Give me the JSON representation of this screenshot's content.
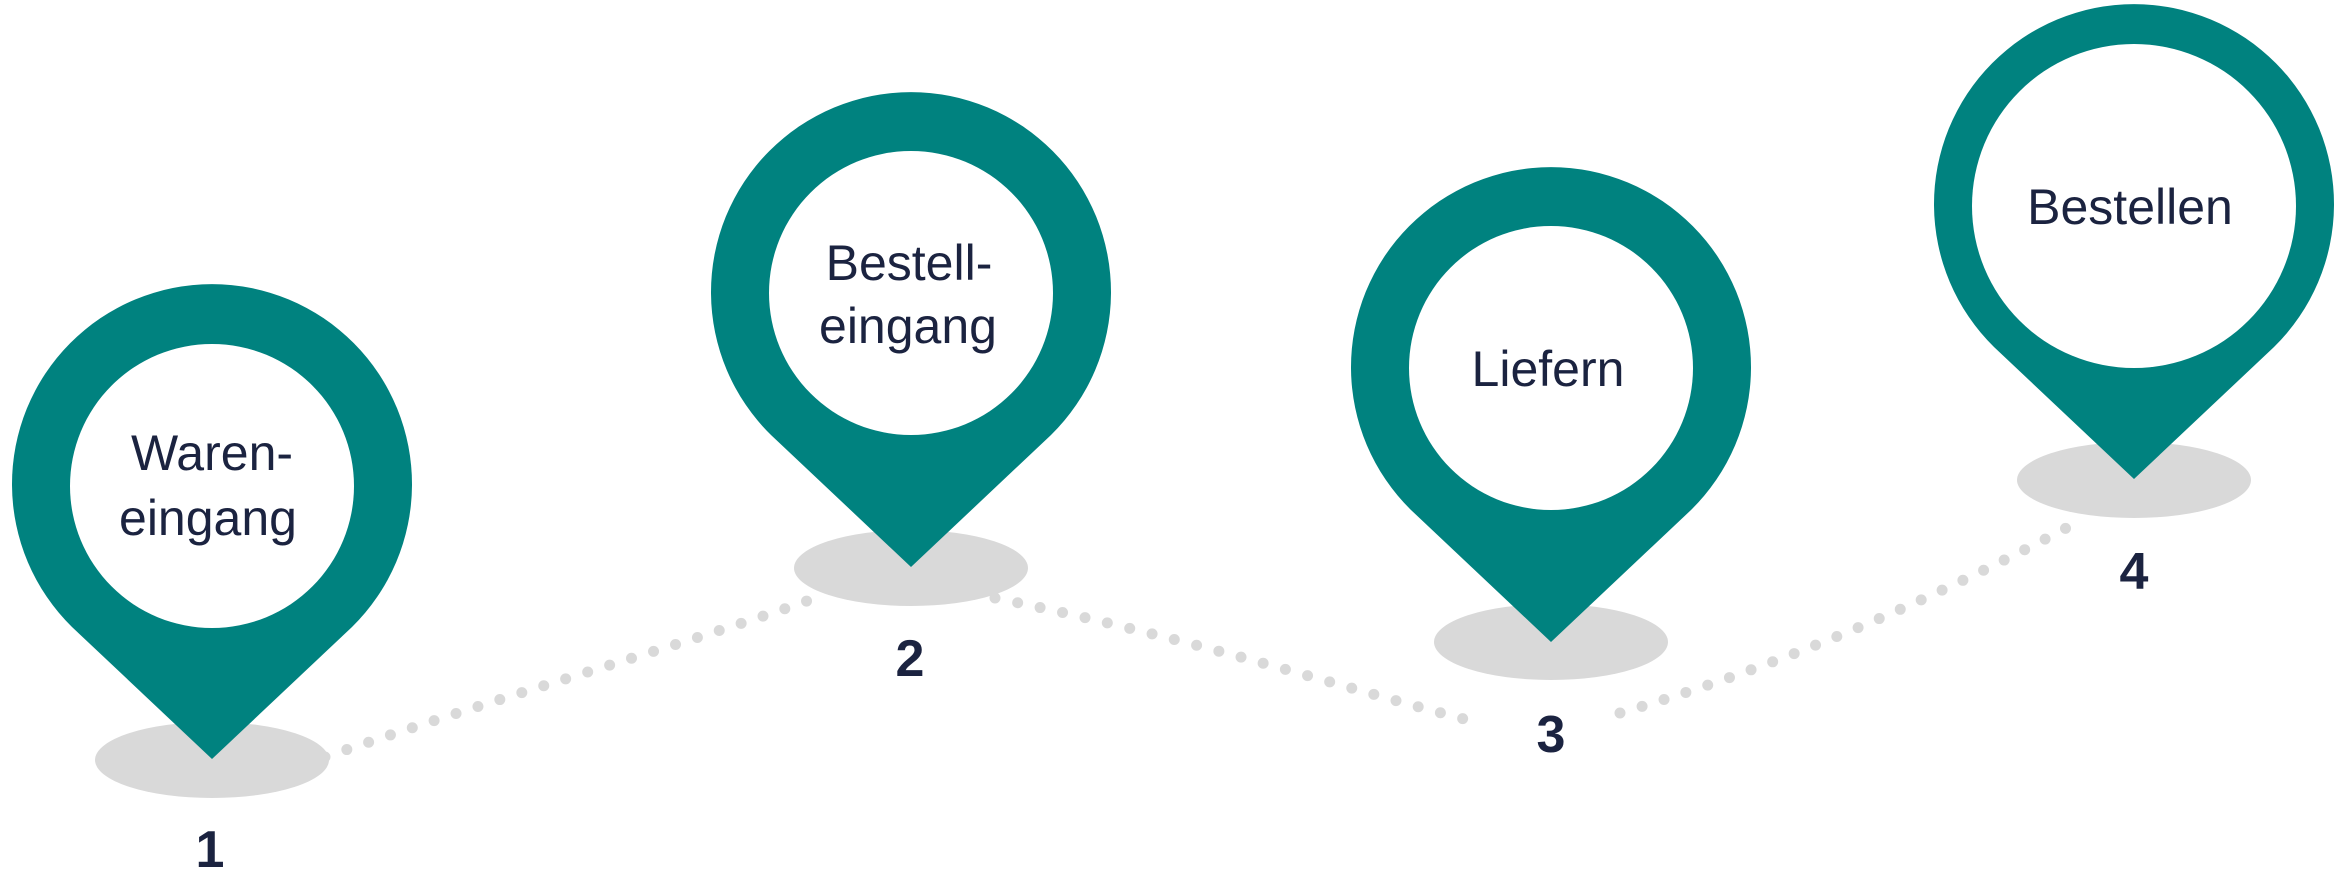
{
  "colors": {
    "pin": "#00827f",
    "pin_inner": "#ffffff",
    "shadow": "#d9d9d9",
    "path_dots": "#d9d9d9",
    "text": "#1b2340"
  },
  "steps": [
    {
      "number": "1",
      "line1": "Waren-",
      "line2": "eingang",
      "icon": "location-pin-icon"
    },
    {
      "number": "2",
      "line1": "Bestell-",
      "line2": "eingang",
      "icon": "location-pin-icon"
    },
    {
      "number": "3",
      "line1": "Liefern",
      "line2": "",
      "icon": "location-pin-icon"
    },
    {
      "number": "4",
      "line1": "Bestellen",
      "line2": "",
      "icon": "location-pin-icon"
    }
  ]
}
